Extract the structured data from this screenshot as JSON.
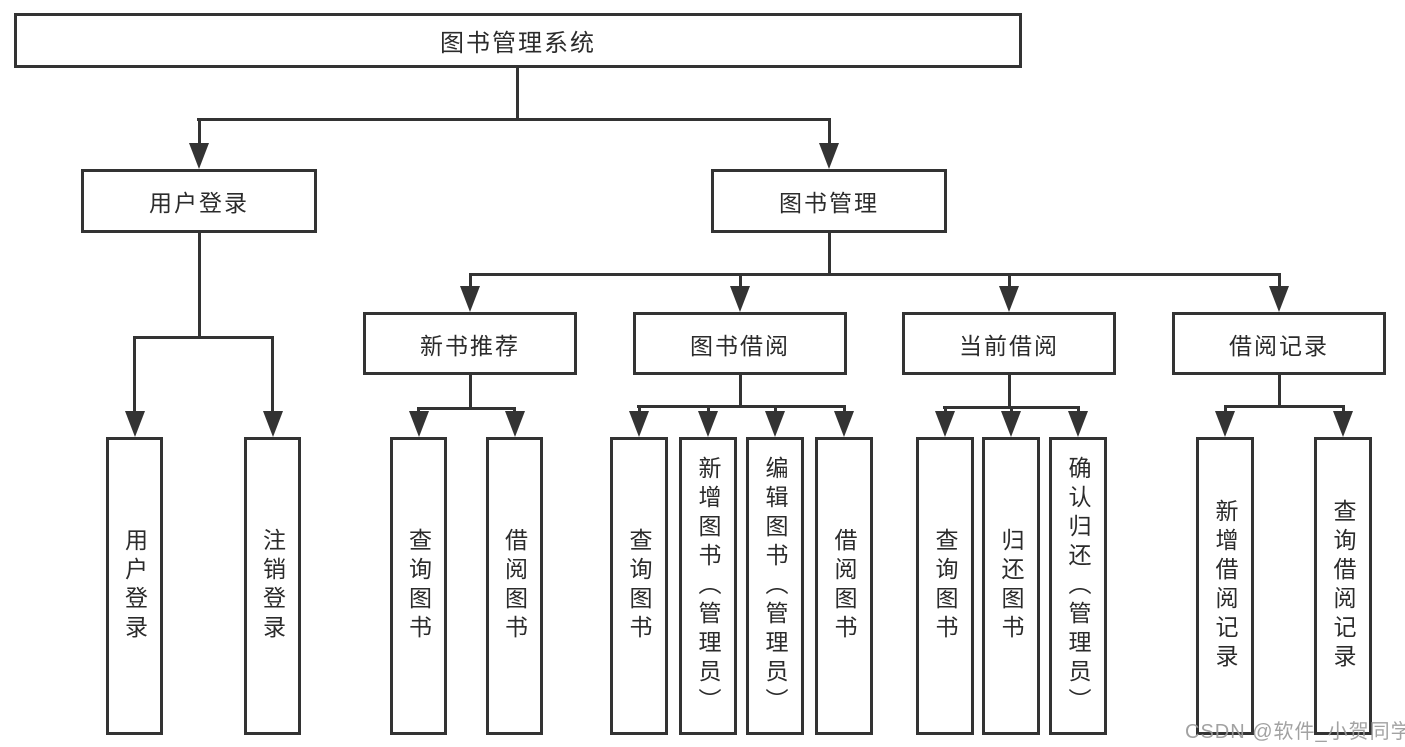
{
  "diagram": {
    "title": "图书管理系统",
    "level2": [
      {
        "label": "用户登录",
        "children": [
          "用户登录",
          "注销登录"
        ]
      },
      {
        "label": "图书管理",
        "children": [
          {
            "label": "新书推荐",
            "children": [
              "查询图书",
              "借阅图书"
            ]
          },
          {
            "label": "图书借阅",
            "children": [
              "查询图书",
              "新增图书（管理员）",
              "编辑图书（管理员）",
              "借阅图书"
            ]
          },
          {
            "label": "当前借阅",
            "children": [
              "查询图书",
              "归还图书",
              "确认归还（管理员）"
            ]
          },
          {
            "label": "借阅记录",
            "children": [
              "新增借阅记录",
              "查询借阅记录"
            ]
          }
        ]
      }
    ]
  },
  "watermark": "CSDN @软件_小贺同学",
  "colors": {
    "line": "#333333",
    "text": "#2b2b2b",
    "watermark": "#9b9b9b",
    "background": "#ffffff"
  }
}
